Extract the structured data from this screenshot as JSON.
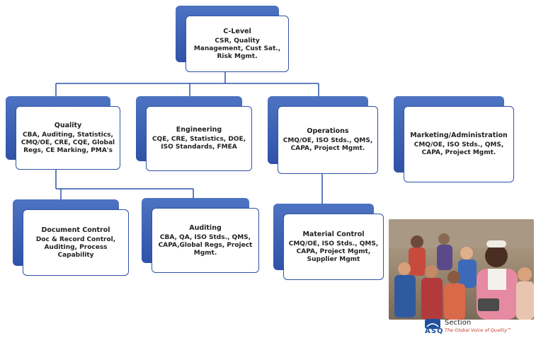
{
  "nodes": {
    "clevel": {
      "title": "C-Level",
      "body": "CSR, Quality Management, Cust Sat., Risk Mgmt."
    },
    "quality": {
      "title": "Quality",
      "body": "CBA, Auditing, Statistics, CMQ/OE, CRE, CQE, Global Regs, CE Marking, PMA's"
    },
    "engineering": {
      "title": "Engineering",
      "body": "CQE, CRE, Statistics, DOE, ISO Standards, FMEA"
    },
    "operations": {
      "title": "Operations",
      "body": "CMQ/OE, ISO Stds., QMS, CAPA, Project Mgmt."
    },
    "marketing": {
      "title": "Marketing/Administration",
      "body": "CMQ/OE, ISO Stds., QMS, CAPA, Project Mgmt."
    },
    "document": {
      "title": "Document Control",
      "body": "Doc & Record Control, Auditing, Process Capability"
    },
    "auditing": {
      "title": "Auditing",
      "body": "CBA, QA, ISO Stds., QMS, CAPA,Global Regs, Project Mgmt."
    },
    "material": {
      "title": "Material Control",
      "body": "CMQ/OE, ISO Stds., QMS, CAPA, Project Mgmt, Supplier Mgmt"
    }
  },
  "logo": {
    "brand": "ASQ",
    "label": "Section",
    "tagline": "The Global Voice of Quality™"
  },
  "colors": {
    "node_back": "#2f52a8",
    "node_border": "#2f52a8",
    "connector": "#2f52a8",
    "logo_blue": "#1f4f9e",
    "tagline_red": "#c0392b"
  }
}
